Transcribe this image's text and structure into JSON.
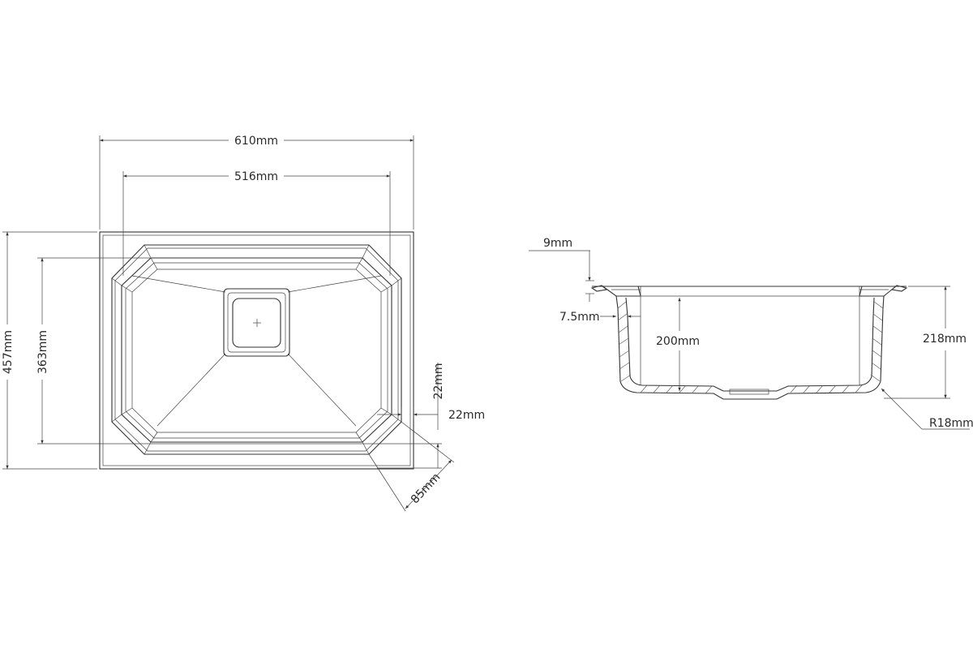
{
  "top_view": {
    "width_outer": "610mm",
    "width_inner": "516mm",
    "height_outer": "457mm",
    "height_inner": "363mm",
    "right_offset_vertical": "22mm",
    "right_offset_horizontal": "22mm",
    "corner_chamfer": "85mm"
  },
  "section_view": {
    "rim_thickness": "9mm",
    "wall_thickness": "7.5mm",
    "bowl_depth": "200mm",
    "overall_depth": "218mm",
    "corner_radius": "R18mm"
  }
}
